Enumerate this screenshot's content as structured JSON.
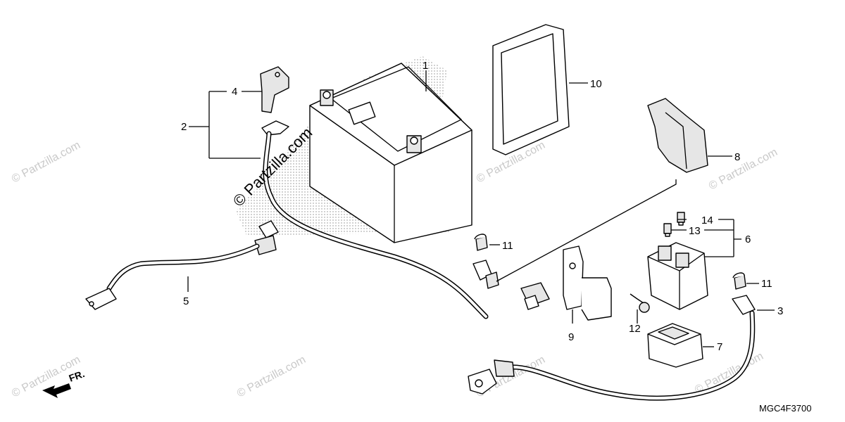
{
  "diagram": {
    "callouts": {
      "c1": "1",
      "c2": "2",
      "c3": "3",
      "c4": "4",
      "c5": "5",
      "c6": "6",
      "c7": "7",
      "c8": "8",
      "c9": "9",
      "c10": "10",
      "c11a": "11",
      "c11b": "11",
      "c12": "12",
      "c13": "13",
      "c14": "14"
    },
    "watermark": {
      "center": "© Partzilla.com",
      "repeat": "© Partzilla.com"
    },
    "direction_label": "FR.",
    "diagram_code": "MGC4F3700"
  }
}
